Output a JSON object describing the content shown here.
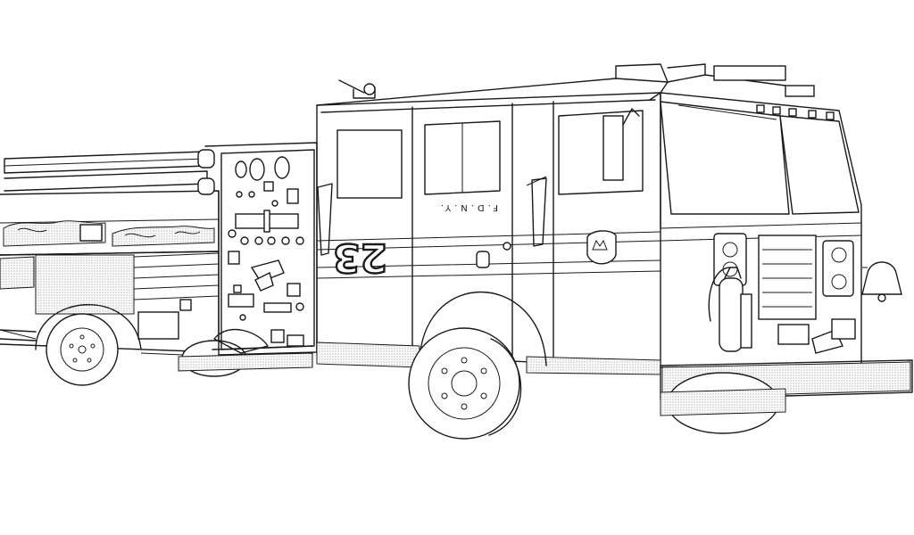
{
  "drawing": {
    "subject": "fire-engine",
    "style": "line-art",
    "colors": {
      "ink": "#1a1a1a",
      "paper": "#ffffff"
    }
  },
  "lettering": {
    "side_text": "F.D.N.Y.",
    "unit_number": "23"
  },
  "icons": [
    "fire-department-shield-icon",
    "fire-extinguisher-icon",
    "bell-icon"
  ]
}
